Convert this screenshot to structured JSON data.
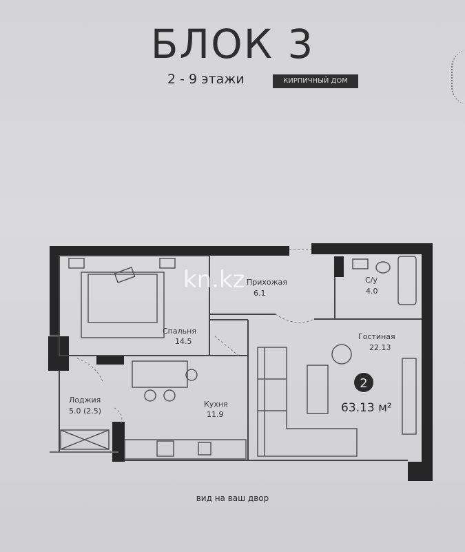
{
  "header": {
    "title": "БЛОК 3",
    "floors": "2 - 9 этажи",
    "badge": "КИРПИЧНЫЙ ДОМ"
  },
  "plan": {
    "rooms": [
      {
        "name": "Прихожая",
        "area": "6.1"
      },
      {
        "name": "С/у",
        "area": "4.0"
      },
      {
        "name": "Спальня",
        "area": "14.5"
      },
      {
        "name": "Гостиная",
        "area": "22.13"
      },
      {
        "name": "Лоджия",
        "area": "5.0 (2.5)"
      },
      {
        "name": "Кухня",
        "area": "11.9"
      }
    ],
    "rooms_count": "2",
    "total_area": "63.13 м²",
    "watermark": "kn.kz"
  },
  "footer": {
    "view": "вид на ваш двор"
  },
  "colors": {
    "wall": "#262626",
    "paper": "#d6d6d8",
    "badge_bg": "#2f2f2f"
  }
}
